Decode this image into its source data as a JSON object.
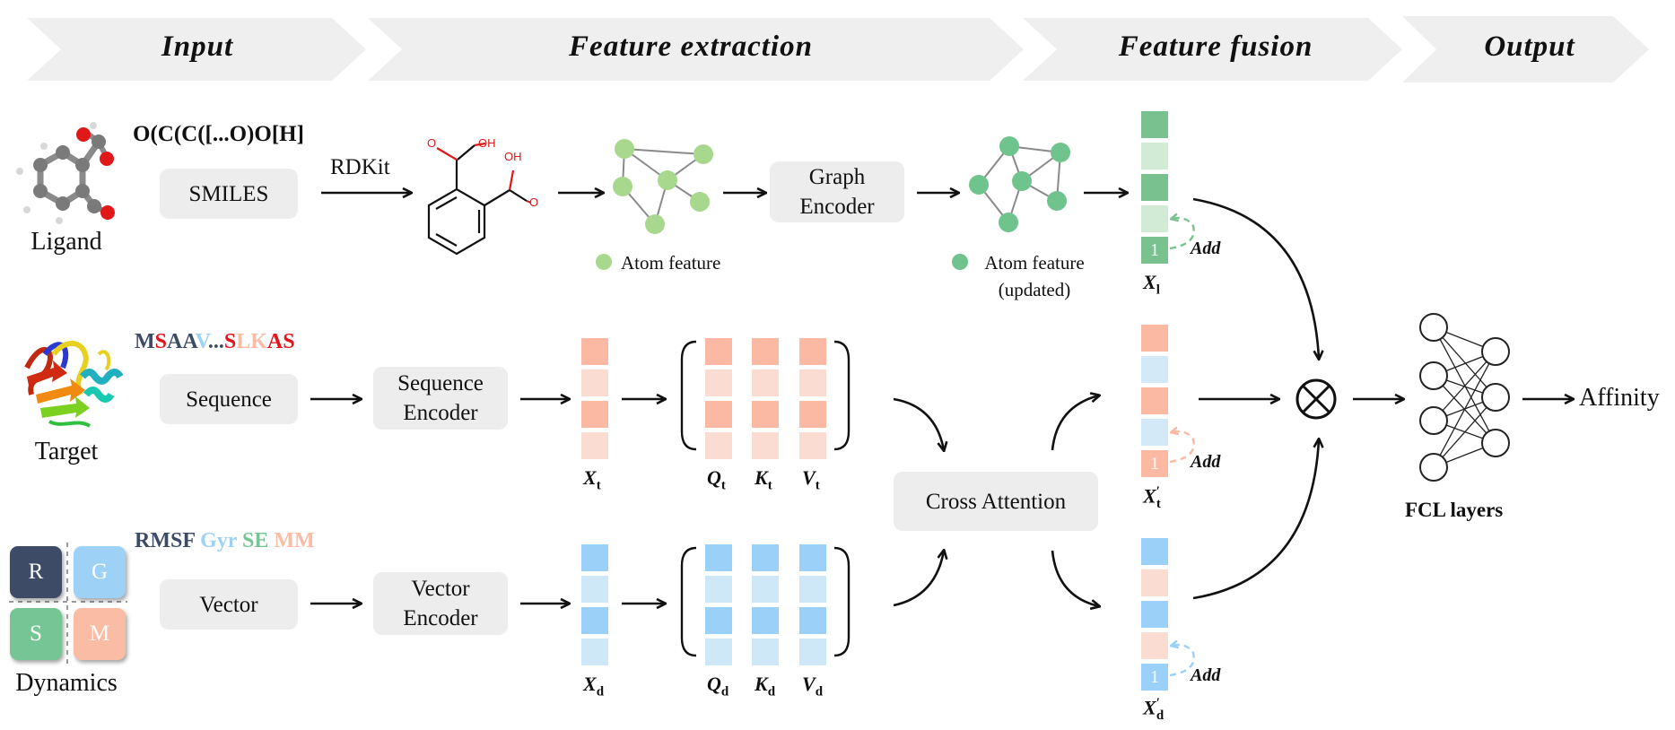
{
  "stages": [
    "Input",
    "Feature extraction",
    "Feature fusion",
    "Output"
  ],
  "colors": {
    "stage_band": "#efefef",
    "box": "#ededed",
    "ligand_dark": "#79c290",
    "ligand_light": "#d2ebd7",
    "atom_feature": "#a8d88e",
    "atom_updated": "#6fc48e",
    "target_dark": "#fbb8a3",
    "target_light": "#fbdcd2",
    "dyn_dark": "#9bd0f8",
    "dyn_light": "#cfe8f8",
    "tile_r": "#3d4b66",
    "tile_g": "#9dd1f5",
    "tile_s": "#76c594",
    "tile_m": "#fbbca6",
    "seq_red": "#e5141b"
  },
  "ligand": {
    "smiles": "O(C(C([...O)O[H]",
    "name": "Ligand",
    "box": "SMILES",
    "tool": "RDKit",
    "mol_labels": [
      "OH",
      "OH",
      "O",
      "O"
    ],
    "graph_encoder": [
      "Graph",
      "Encoder"
    ],
    "atom_feature": "Atom feature",
    "atom_updated": [
      "Atom feature",
      "(updated)"
    ],
    "var": "X",
    "var_sub": "l"
  },
  "target": {
    "name": "Target",
    "sequence_parts": [
      "M",
      "S",
      "AA",
      "V",
      "...",
      "S",
      "L",
      "K",
      "AS"
    ],
    "box": "Sequence",
    "encoder": [
      "Sequence",
      "Encoder"
    ],
    "var_sub": "t"
  },
  "dynamics": {
    "name": "Dynamics",
    "features": [
      "RMSF",
      "Gyr",
      "SE",
      "MM"
    ],
    "tiles": [
      "R",
      "G",
      "S",
      "M"
    ],
    "box": "Vector",
    "encoder": [
      "Vector",
      "Encoder"
    ],
    "var_sub": "d"
  },
  "matrices": {
    "q": "Q",
    "k": "K",
    "v": "V"
  },
  "cross_attention": "Cross Attention",
  "fusion": {
    "add": "Add",
    "one": "1",
    "prime": "′",
    "op": "⊗"
  },
  "output": {
    "fcl": "FCL layers",
    "affinity": "Affinity"
  }
}
